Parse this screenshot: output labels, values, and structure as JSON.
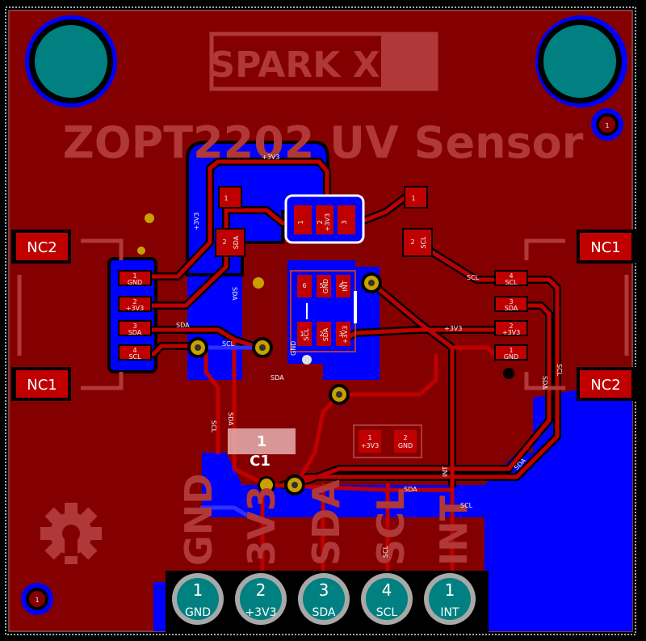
{
  "board": {
    "logo": "SPARK X",
    "title": "ZOPT2202 UV Sensor",
    "colors": {
      "background": "#000000",
      "copper_top": "#840000",
      "copper_bottom": "#0000ff",
      "silk_top": "#b03838",
      "pad": "#c00000",
      "plated_hole": "#c8a000",
      "drill": "#008080",
      "edge": "#b0b0b0"
    }
  },
  "side_pads": {
    "left_top": "NC2",
    "left_bottom": "NC1",
    "right_top": "NC1",
    "right_bottom": "NC2"
  },
  "left_connector": [
    {
      "num": "1",
      "net": "GND"
    },
    {
      "num": "2",
      "net": "+3V3"
    },
    {
      "num": "3",
      "net": "SDA"
    },
    {
      "num": "4",
      "net": "SCL"
    }
  ],
  "right_connector": [
    {
      "num": "4",
      "net": "SCL"
    },
    {
      "num": "3",
      "net": "SDA"
    },
    {
      "num": "2",
      "net": "+3V3"
    },
    {
      "num": "1",
      "net": "GND"
    }
  ],
  "resistors": {
    "left": {
      "pin1": "1",
      "pin2": "2",
      "net2": "SDA"
    },
    "right": {
      "pin1": "1",
      "pin2": "2",
      "net2": "SCL"
    }
  },
  "jumper": {
    "p1": "1",
    "p2": "2",
    "p3": "3",
    "net2": "+3V3"
  },
  "sensor_ic": {
    "top": [
      {
        "num": "6",
        "net": ""
      },
      {
        "num": "5",
        "net": "GND"
      },
      {
        "num": "4",
        "net": "INT"
      }
    ],
    "bottom": [
      {
        "num": "1",
        "net": "SCL"
      },
      {
        "num": "2",
        "net": "SDA"
      },
      {
        "num": "3",
        "net": "+3V3"
      }
    ]
  },
  "capacitor_small": {
    "p1": "1",
    "n1": "+3V3",
    "p2": "2",
    "n2": "GND"
  },
  "c1": {
    "label": "C1",
    "marker": "1"
  },
  "header_pins": [
    {
      "num": "1",
      "net": "GND"
    },
    {
      "num": "2",
      "net": "+3V3"
    },
    {
      "num": "3",
      "net": "SDA"
    },
    {
      "num": "4",
      "net": "SCL"
    },
    {
      "num": "1",
      "net": "INT"
    }
  ],
  "bottom_silk": [
    "GND",
    "3V3",
    "SDA",
    "SCL",
    "INT"
  ],
  "mount_holes": {
    "top_right": "1",
    "bottom_left": "1"
  },
  "trace_labels": {
    "l1": "+3V3",
    "l2": "+3V3",
    "l3": "SDA",
    "l4": "SDA",
    "l5": "SCL",
    "l6": "GND",
    "l7": "SDA",
    "l8": "SCL",
    "l9": "+3V3",
    "l10": "SCL",
    "l11": "SDA",
    "l12": "SCL",
    "l13": "SDA",
    "l14": "SDA",
    "l15": "SCL",
    "l16": "INT",
    "l17": "SCL",
    "l18": "SDA"
  }
}
